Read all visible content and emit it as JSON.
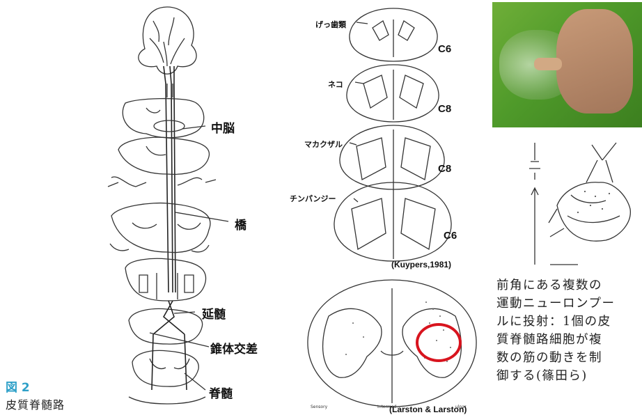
{
  "figure": {
    "number": "図 2",
    "title": "皮質脊髄路",
    "number_color": "#2ea0c8"
  },
  "pathway_labels": {
    "midbrain": "中脳",
    "pons": "橋",
    "medulla": "延髄",
    "decussation": "錐体交差",
    "spinal_cord": "脊髄"
  },
  "species_sections": [
    {
      "species": "げっ歯類",
      "segment": "C6"
    },
    {
      "species": "ネコ",
      "segment": "C8"
    },
    {
      "species": "マカクザル",
      "segment": "C8"
    },
    {
      "species": "チンパンジー",
      "segment": "C6"
    }
  ],
  "citations": {
    "kuypers": "(Kuypers,1981)",
    "larston": "(Larston & Larston)"
  },
  "lower_section_labels": {
    "left": "Sensory",
    "middle": "Intermed.",
    "right": "ulnar"
  },
  "caption_lines": [
    "前角にある複数の",
    "運動ニューロンプー",
    "ルに投射：1個の皮",
    "質脊髄路細胞が複",
    "数の筋の動きを制",
    "御する(篠田ら)"
  ],
  "colors": {
    "highlight_circle": "#d8141e",
    "photo_background": "#4f9a2a"
  }
}
